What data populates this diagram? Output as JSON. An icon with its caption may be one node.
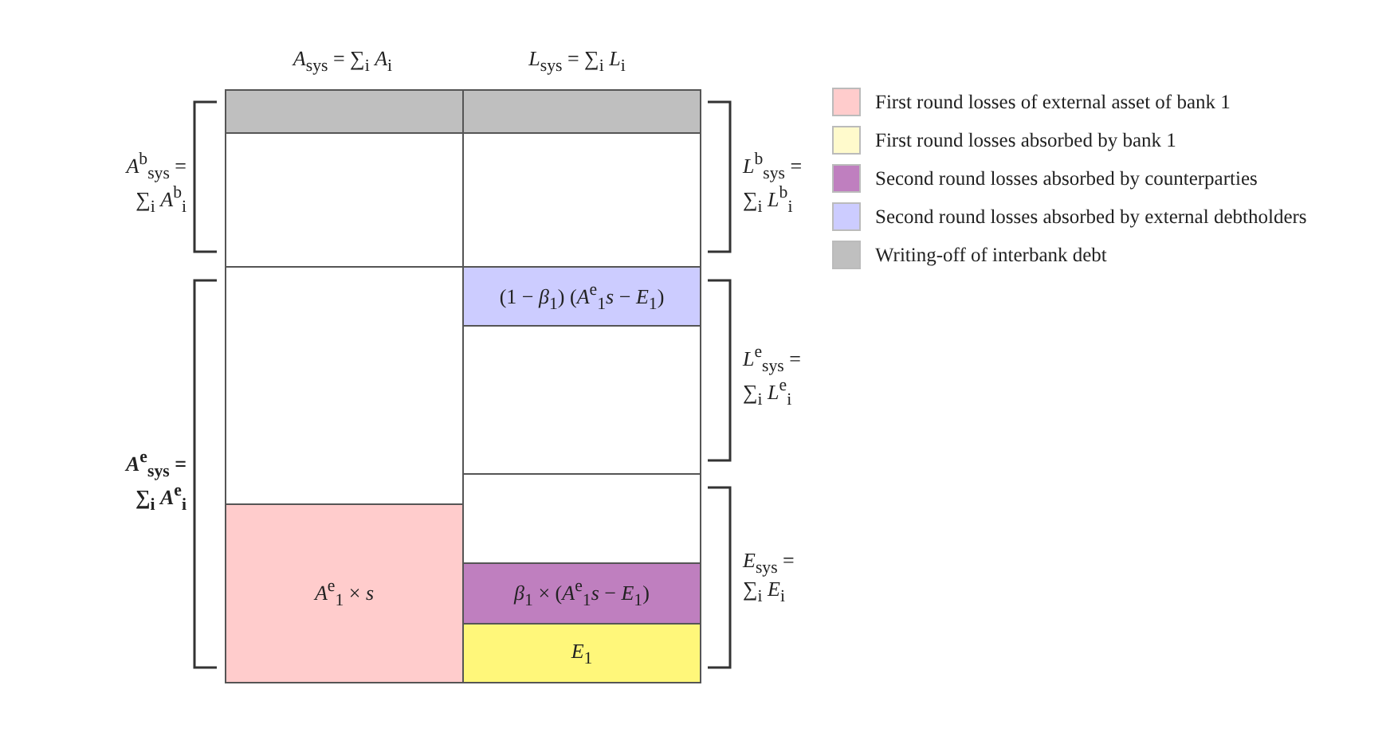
{
  "diagram": {
    "nodes": [
      {
        "text": [],
        "shape": "box"
      },
      {
        "text": [],
        "shape": "box"
      },
      {
        "text": [],
        "shape": "box"
      },
      {
        "text": [],
        "shape": "box"
      },
      {
        "text": [],
        "shape": "box"
      },
      {
        "text": [
          "(1 − *β*$_{1}$) (*A*$^{e}$$_{1}$*s* − *E*$_{1}$)"
        ]
      },
      {
        "text": [],
        "shape": "box"
      },
      {
        "text": [],
        "shape": "box"
      },
      {
        "text": [
          "*A*$^{e}$$_{1}$ × *s*"
        ]
      },
      {
        "text": [
          "*β*$_{1}$ × (*A*$^{e}$$_{1}$*s* − *E*$_{1}$)"
        ]
      },
      {
        "text": [
          "*E*$_{1}$"
        ]
      }
    ],
    "labels": [
      "*A*$_{sys}$ = ∑$_{i}$ *A*$_{i}$",
      "*L*$_{sys}$ = ∑$_{i}$ *L*$_{i}$",
      "*A*$^{b}$$_{sys}$ = ∑$_{i}$ *A*$^{b}$$_{i}$",
      "*L*$^{b}$$_{sys}$ = ∑$_{i}$ *L*$^{b}$$_{i}$",
      "*L*$^{e}$$_{sys}$ = ∑$_{i}$ *L*$^{e}$$_{i}$",
      "*A*$^{e}$$_{sys}$ = ∑$_{i}$ *A*$^{e}$$_{i}$",
      "*E*$_{sys}$ = ∑$_{i}$ *E*$_{i}$"
    ],
    "legend": [
      {
        "text": "First round losses of external asset of bank 1",
        "color": "#ffcccc"
      },
      {
        "text": "First round losses absorbed by bank 1",
        "color": "#fffacc"
      },
      {
        "text": "Second round losses absorbed by counterparties",
        "color": "#bf7fbf"
      },
      {
        "text": "Second round losses absorbed by external debtholders",
        "color": "#ccccff"
      },
      {
        "text": "Writing-off of interbank debt",
        "color": "#bfbfbf"
      }
    ]
  }
}
